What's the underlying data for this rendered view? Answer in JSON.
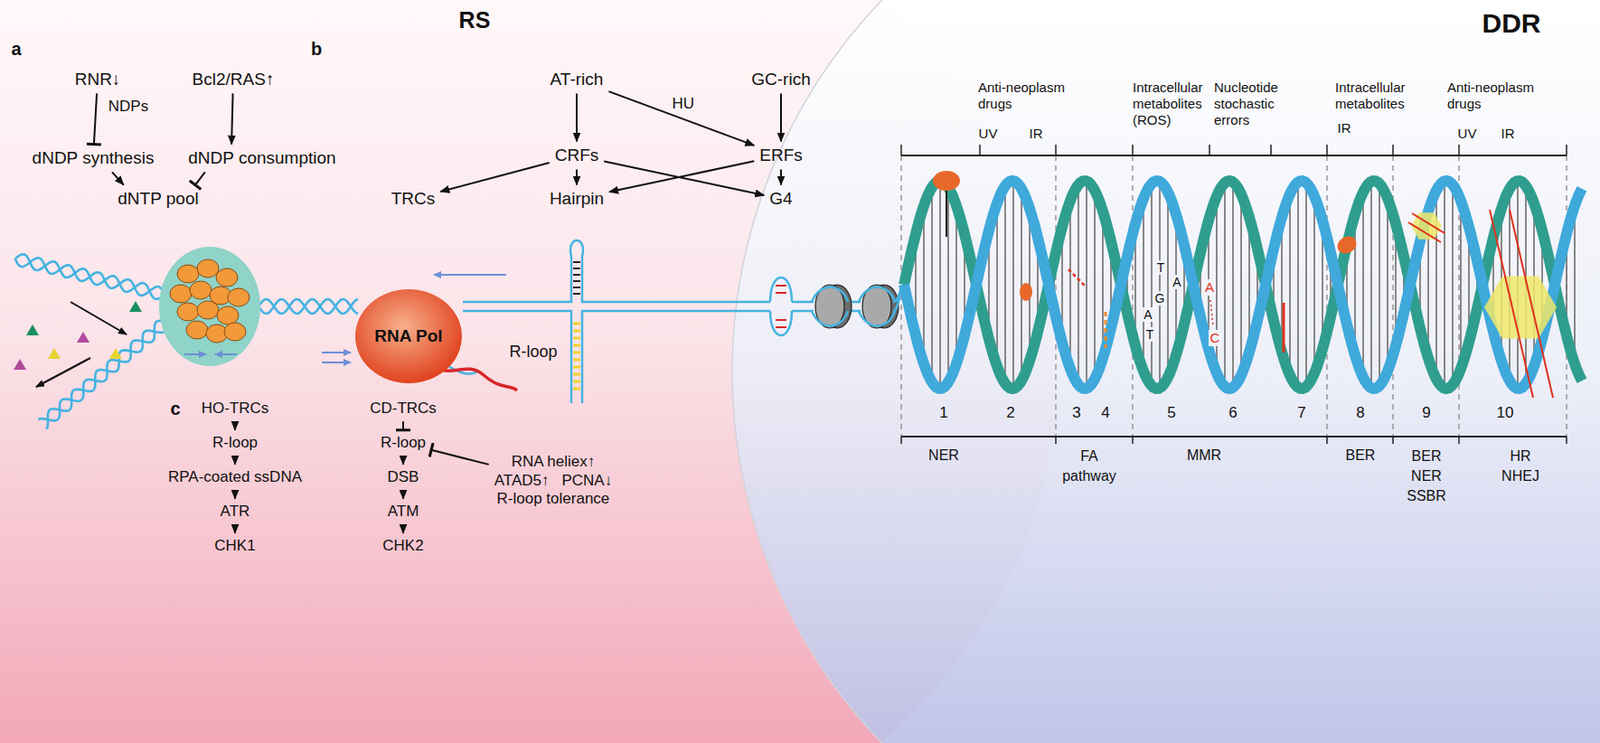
{
  "diagram": {
    "nodes": [
      {
        "text": [
          "RNR↓"
        ]
      },
      {
        "text": [
          "Bcl2/RAS↑"
        ]
      },
      {
        "text": [
          "dNDP synthesis"
        ]
      },
      {
        "text": [
          "dNDP consumption"
        ]
      },
      {
        "text": [
          "dNTP pool"
        ]
      },
      {
        "text": [
          "AT-rich"
        ]
      },
      {
        "text": [
          "GC-rich"
        ]
      },
      {
        "text": [
          "CRFs"
        ]
      },
      {
        "text": [
          "ERFs"
        ]
      },
      {
        "text": [
          "TRCs"
        ]
      },
      {
        "text": [
          "Hairpin"
        ]
      },
      {
        "text": [
          "G4"
        ]
      },
      {
        "text": [
          "RNA Pol"
        ]
      },
      {
        "text": [
          "HO-TRCs"
        ]
      },
      {
        "text": [
          "R-loop"
        ]
      },
      {
        "text": [
          "RPA-coated ssDNA"
        ]
      },
      {
        "text": [
          "ATR"
        ]
      },
      {
        "text": [
          "CHK1"
        ]
      },
      {
        "text": [
          "CD-TRCs"
        ]
      },
      {
        "text": [
          "R-loop"
        ]
      },
      {
        "text": [
          "DSB"
        ]
      },
      {
        "text": [
          "ATM"
        ]
      },
      {
        "text": [
          "CHK2"
        ]
      },
      {
        "text": [
          "RNA heliex↑",
          "ATAD5↑",
          "PCNA↓",
          "R-loop tolerance"
        ]
      }
    ],
    "edges": [
      {
        "from": 0,
        "to": 2,
        "arrow": "to"
      },
      {
        "from": 1,
        "to": 3,
        "arrow": "to"
      },
      {
        "from": 2,
        "to": 4,
        "arrow": "to"
      },
      {
        "from": 3,
        "to": 4,
        "arrow": "to"
      },
      {
        "from": 5,
        "to": 7,
        "arrow": "to"
      },
      {
        "from": 5,
        "to": 8,
        "arrow": "to",
        "label": "HU"
      },
      {
        "from": 6,
        "to": 8,
        "arrow": "to"
      },
      {
        "from": 7,
        "to": 9,
        "arrow": "to"
      },
      {
        "from": 7,
        "to": 10,
        "arrow": "to"
      },
      {
        "from": 7,
        "to": 11,
        "arrow": "to"
      },
      {
        "from": 8,
        "to": 10,
        "arrow": "to"
      },
      {
        "from": 8,
        "to": 11,
        "arrow": "to"
      },
      {
        "from": 13,
        "to": 14,
        "arrow": "to"
      },
      {
        "from": 14,
        "to": 15,
        "arrow": "to"
      },
      {
        "from": 15,
        "to": 16,
        "arrow": "to"
      },
      {
        "from": 16,
        "to": 17,
        "arrow": "to"
      },
      {
        "from": 18,
        "to": 19,
        "arrow": "to"
      },
      {
        "from": 19,
        "to": 20,
        "arrow": "to"
      },
      {
        "from": 20,
        "to": 21,
        "arrow": "to"
      },
      {
        "from": 21,
        "to": 22,
        "arrow": "to"
      },
      {
        "from": 23,
        "to": 19,
        "arrow": "to"
      }
    ],
    "labels": [
      "RS",
      "a",
      "NDPs",
      "b",
      "c",
      "R-loop",
      "DDR",
      "Anti-neoplasm drugs",
      "UV",
      "IR",
      "Intracellular metabolites (ROS)",
      "Nucleotide stochastic errors",
      "Intracellular metabolites",
      "IR",
      "Anti-neoplasm drugs",
      "UV",
      "IR",
      "T",
      "A",
      "G",
      "A",
      "T",
      "A",
      "C",
      "1",
      "2",
      "3",
      "4",
      "5",
      "6",
      "7",
      "8",
      "9",
      "10",
      "NER",
      "FA pathway",
      "MMR",
      "BER",
      "BER NER SSBR",
      "HR NHEJ"
    ]
  }
}
